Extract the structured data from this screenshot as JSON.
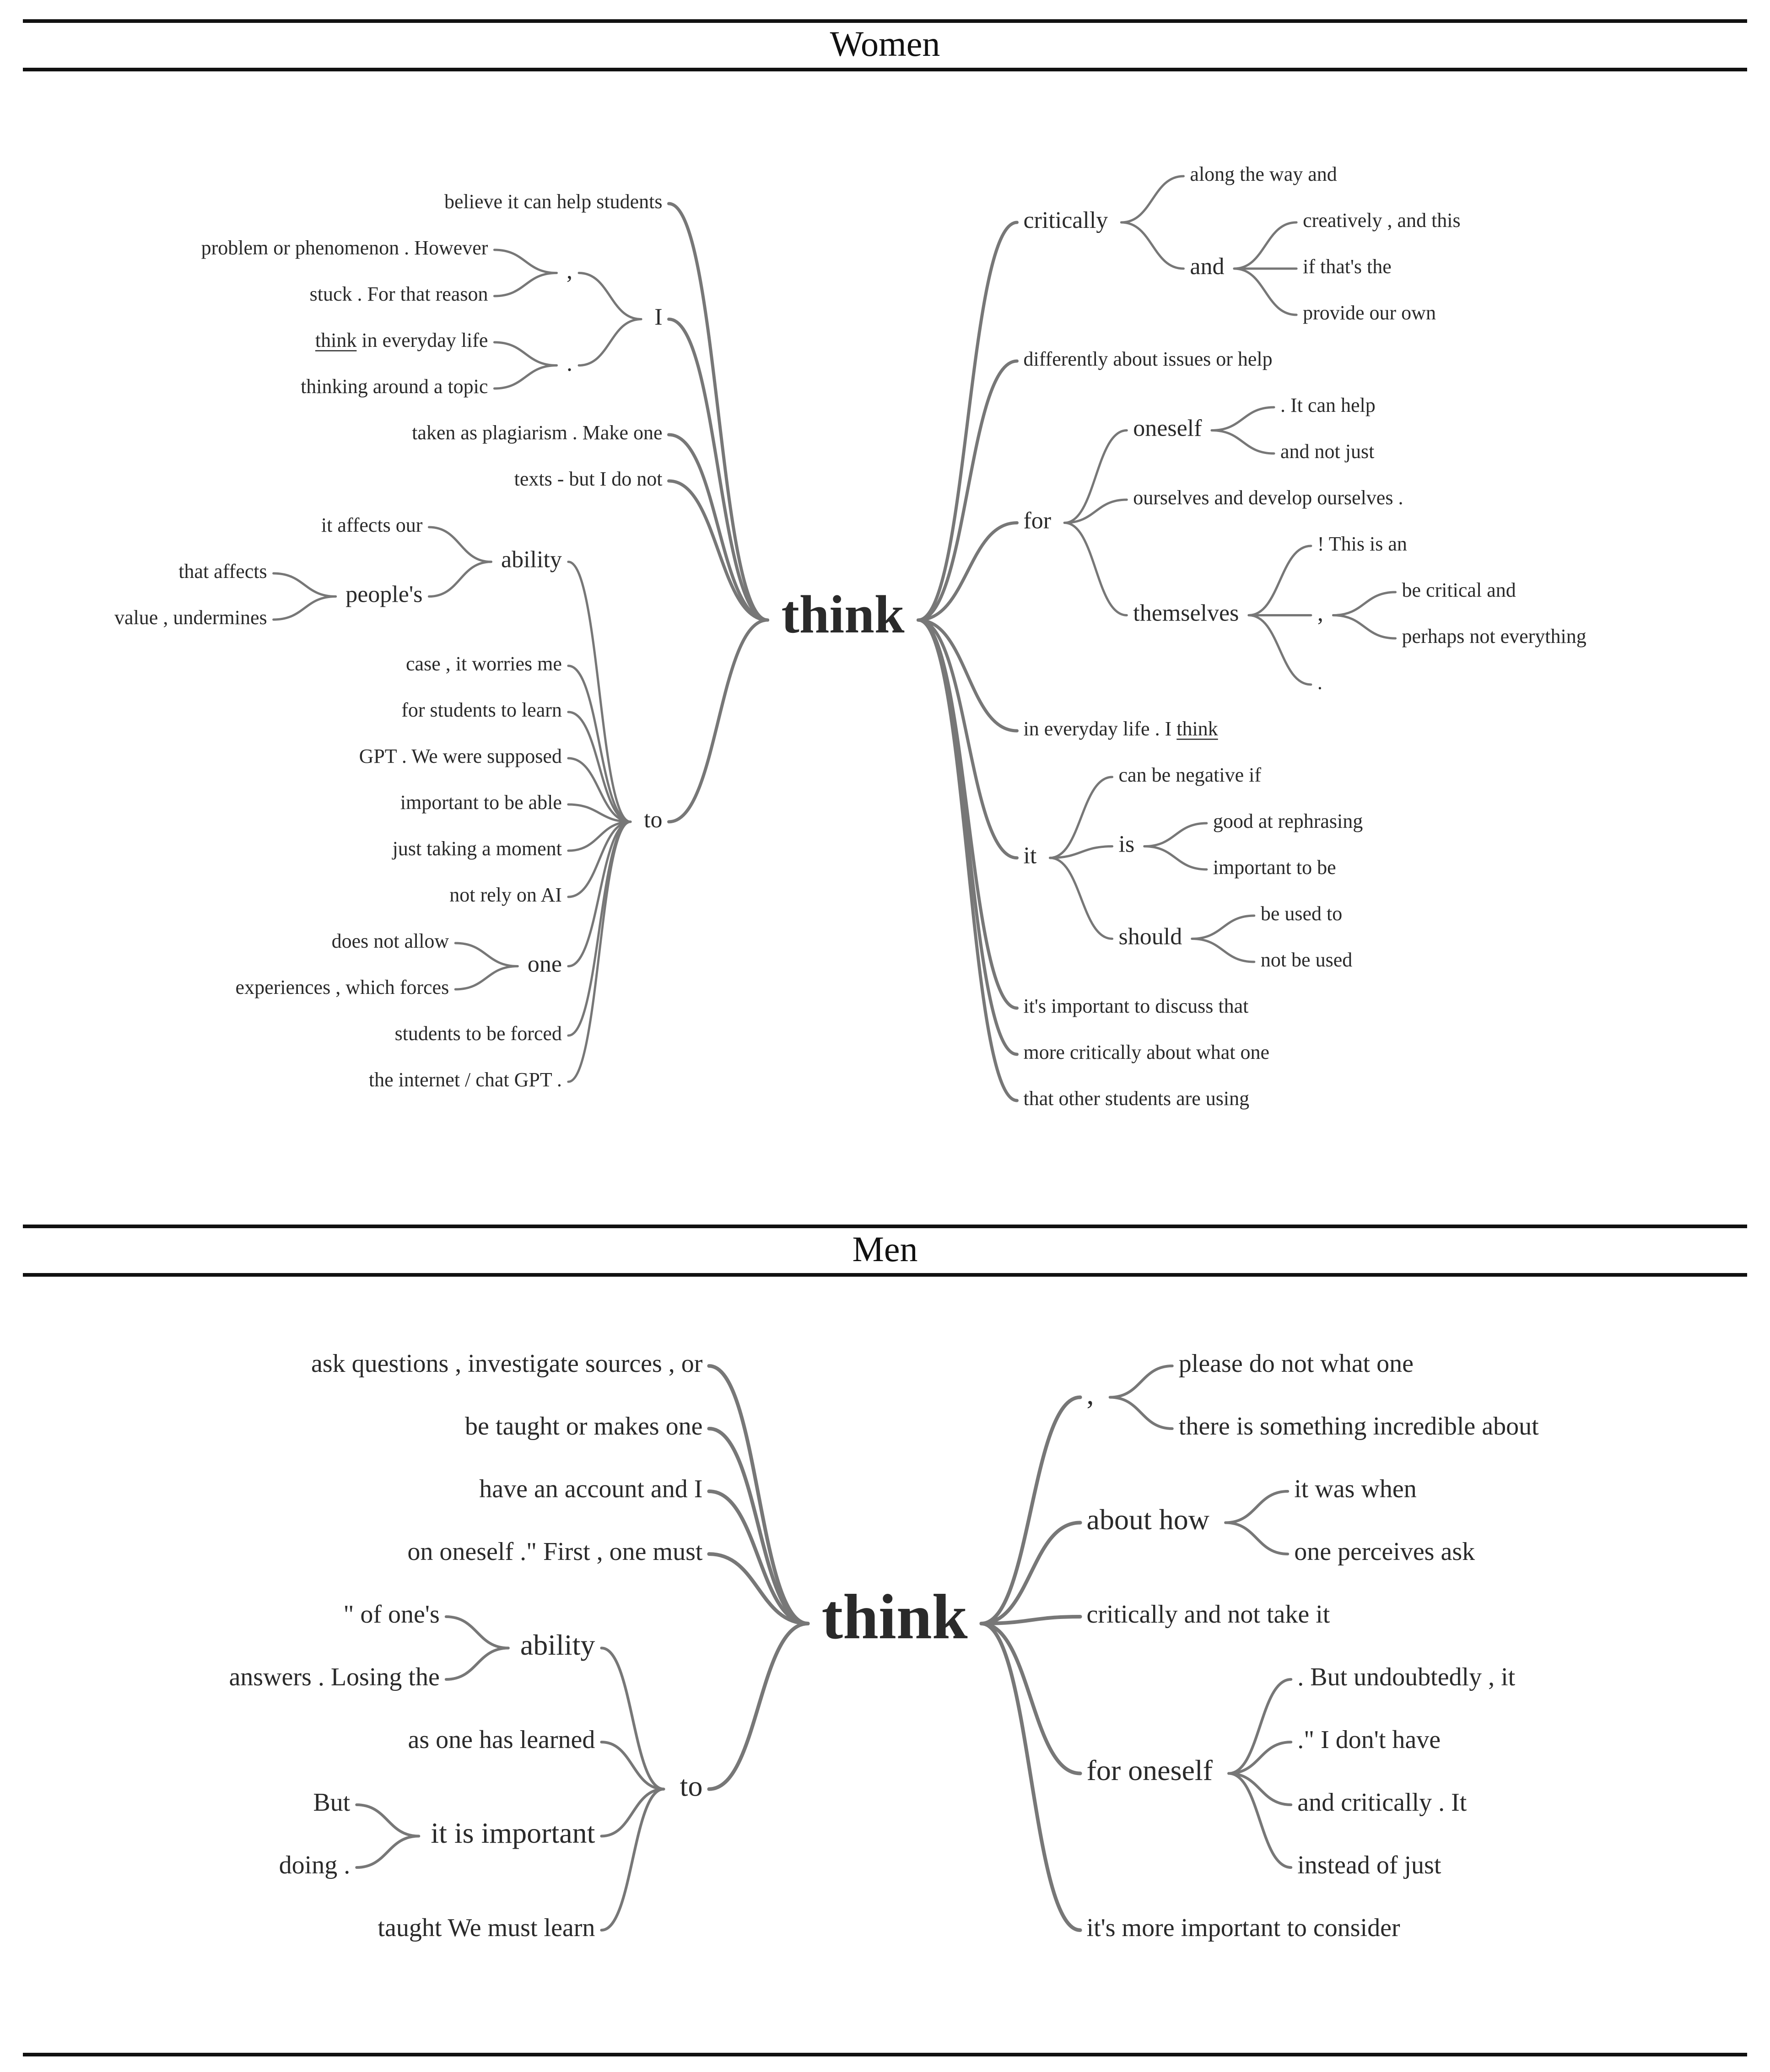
{
  "panels": [
    {
      "id": "women",
      "title": "Women",
      "root": "think",
      "left": [
        {
          "label": "believe it can help students"
        },
        {
          "label": "I",
          "children": [
            {
              "label": ",",
              "children": [
                {
                  "label": "problem or phenomenon . However"
                },
                {
                  "label": "stuck . For that reason"
                }
              ]
            },
            {
              "label": ".",
              "children": [
                {
                  "label": "think in everyday life",
                  "underline": "think"
                },
                {
                  "label": "thinking around a topic"
                }
              ]
            }
          ]
        },
        {
          "label": "taken as plagiarism . Make one"
        },
        {
          "label": "texts - but I do not"
        },
        {
          "label": "to",
          "children": [
            {
              "label": "ability",
              "children": [
                {
                  "label": "it affects our"
                },
                {
                  "label": "people's",
                  "children": [
                    {
                      "label": "that affects"
                    },
                    {
                      "label": "value , undermines"
                    }
                  ]
                }
              ]
            },
            {
              "label": "case , it worries me"
            },
            {
              "label": "for students to learn"
            },
            {
              "label": "GPT . We were supposed"
            },
            {
              "label": "important to be able"
            },
            {
              "label": "just taking a moment"
            },
            {
              "label": "not rely on AI"
            },
            {
              "label": "one",
              "children": [
                {
                  "label": "does not allow"
                },
                {
                  "label": "experiences , which forces"
                }
              ]
            },
            {
              "label": "students to be forced"
            },
            {
              "label": "the internet / chat GPT ."
            }
          ]
        }
      ],
      "right": [
        {
          "label": "critically",
          "children": [
            {
              "label": "along the way and"
            },
            {
              "label": "and",
              "children": [
                {
                  "label": "creatively , and this"
                },
                {
                  "label": "if that's the"
                },
                {
                  "label": "provide our own"
                }
              ]
            }
          ]
        },
        {
          "label": "differently about issues or help"
        },
        {
          "label": "for",
          "children": [
            {
              "label": "oneself",
              "children": [
                {
                  "label": ". It can help"
                },
                {
                  "label": "and not just"
                }
              ]
            },
            {
              "label": "ourselves and develop ourselves ."
            },
            {
              "label": "themselves",
              "children": [
                {
                  "label": "! This is an"
                },
                {
                  "label": ",",
                  "children": [
                    {
                      "label": "be critical and"
                    },
                    {
                      "label": "perhaps not everything"
                    }
                  ]
                },
                {
                  "label": "."
                }
              ]
            }
          ]
        },
        {
          "label": "in everyday life . I think",
          "underline": "think"
        },
        {
          "label": "it",
          "children": [
            {
              "label": "can be negative if"
            },
            {
              "label": "is",
              "children": [
                {
                  "label": "good at rephrasing"
                },
                {
                  "label": "important to be"
                }
              ]
            },
            {
              "label": "should",
              "children": [
                {
                  "label": "be used to"
                },
                {
                  "label": "not be used"
                }
              ]
            }
          ]
        },
        {
          "label": "it's important to discuss that"
        },
        {
          "label": "more critically about what one"
        },
        {
          "label": "that other students are using"
        }
      ]
    },
    {
      "id": "men",
      "title": "Men",
      "root": "think",
      "left": [
        {
          "label": "ask questions , investigate sources , or"
        },
        {
          "label": "be taught or makes one"
        },
        {
          "label": "have an account and I"
        },
        {
          "label": "on oneself .\" First , one must"
        },
        {
          "label": "to",
          "children": [
            {
              "label": "ability",
              "children": [
                {
                  "label": "\" of one's"
                },
                {
                  "label": "answers . Losing the"
                }
              ]
            },
            {
              "label": "as one has learned"
            },
            {
              "label": "it is important",
              "children": [
                {
                  "label": "But"
                },
                {
                  "label": "doing ."
                }
              ]
            },
            {
              "label": "taught We must learn"
            }
          ]
        }
      ],
      "right": [
        {
          "label": ",",
          "children": [
            {
              "label": "please do not what one"
            },
            {
              "label": "there is something incredible about"
            }
          ]
        },
        {
          "label": "about how",
          "children": [
            {
              "label": "it was when"
            },
            {
              "label": "one perceives ask"
            }
          ]
        },
        {
          "label": "critically and not take it"
        },
        {
          "label": "for oneself",
          "children": [
            {
              "label": ". But undoubtedly , it"
            },
            {
              "label": ".\" I don't have"
            },
            {
              "label": "and critically . It"
            },
            {
              "label": "instead of just"
            }
          ]
        },
        {
          "label": "it's more important to consider"
        }
      ]
    }
  ]
}
